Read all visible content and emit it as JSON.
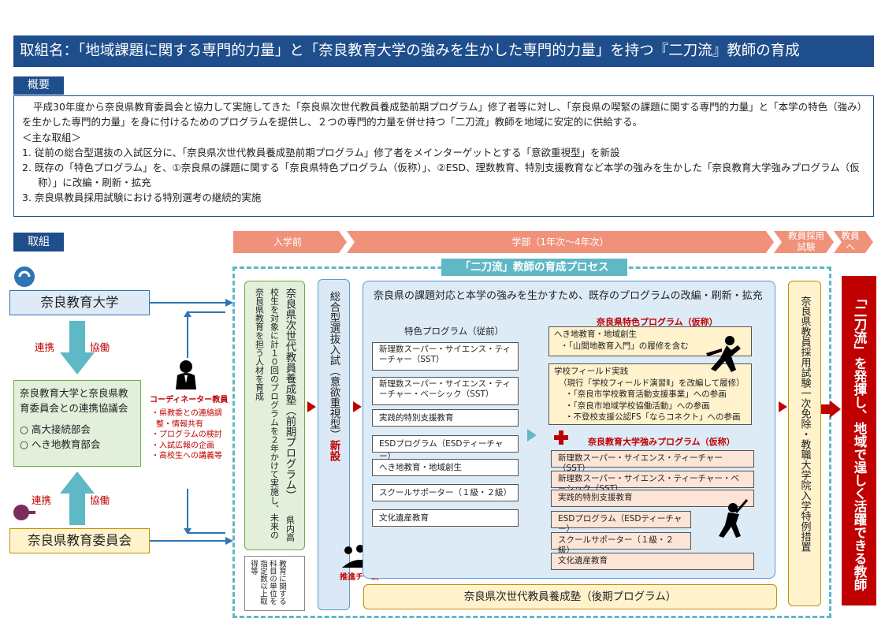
{
  "title": "取組名：「地域課題に関する専門的力量」と「奈良教育大学の強みを生かした専門的力量」を持つ『二刀流』教師の育成",
  "overview": {
    "label": "概要",
    "paragraph": "平成30年度から奈良県教育委員会と協力して実施してきた「奈良県次世代教員養成塾前期プログラム」修了者等に対し、「奈良県の喫緊の課題に関する専門的力量」と「本学の特色（強み）を生かした専門的力量」を身に付けるためのプログラムを提供し、２つの専門的力量を併せ持つ「二刀流」教師を地域に安定的に供給する。",
    "main_heading": "＜主な取組＞",
    "items": [
      "1. 従前の総合型選抜の入試区分に、「奈良県次世代教員養成塾前期プログラム」修了者をメインターゲットとする「意欲重視型」を新設",
      "2. 既存の「特色プログラム」を、①奈良県の課題に関する「奈良県特色プログラム（仮称）」、②ESD、理数教育、特別支援教育など本学の強みを生かした「奈良教育大学強みプログラム（仮称）」に改編・刷新・拡充",
      "3. 奈良県教員採用試験における特別選考の継続的実施"
    ]
  },
  "torikumi_label": "取組",
  "timeline": {
    "pre": "入学前",
    "faculty": "学部（1年次～4年次）",
    "exam": "教員採用試験",
    "teacher": "教員へ"
  },
  "left": {
    "university": "奈良教育大学",
    "board": "奈良県教育委員会",
    "renkei": "連携",
    "kyodo": "協働",
    "council_title": "奈良教育大学と奈良県教育委員会との連携協議会",
    "council_items": [
      "○ 高大接続部会",
      "○ へき地教育部会"
    ],
    "coordinator_title": "コーディネーター教員",
    "coordinator_items": [
      "・県教委との連絡調整・情報共有",
      "・プログラムの検討",
      "・入試広報の企画",
      "・高校生への講義等"
    ]
  },
  "process_title": "「二刀流」教師の育成プロセス",
  "juku_zenki": {
    "title": "奈良県次世代教員養成塾（前期プログラム）",
    "body": "県内高校生を対象に計１０回のプログラムを２年かけて実施し、未来の奈良県教育を担う人材を育成"
  },
  "credit_note": "教育に関する科目の単位を指定数以上取得等",
  "sogo": {
    "title": "総合型選抜入試（意欲重視型）",
    "new": "新設",
    "team": "推進チーム"
  },
  "reform_title": "奈良県の課題対応と本学の強みを生かすため、既存のプログラムの改編・刷新・拡充",
  "tokushoku": {
    "heading": "特色プログラム（従前）",
    "items": [
      "新理数スーパー・サイエンス・ティーチャー（SST）",
      "新理数スーパー・サイエンス・ティーチャー・ベーシック（SST）",
      "実践的特別支援教育",
      "ESDプログラム（ESDティーチャー）",
      "へき地教育・地域創生",
      "スクールサポーター（１級・２級）",
      "文化遺産教育"
    ]
  },
  "nara_program": {
    "heading": "奈良県特色プログラム（仮称）",
    "box1": [
      "へき地教育・地域創生",
      "・「山間地教育入門」の履修を含む"
    ],
    "box2": [
      "学校フィールド実践",
      "（現行「学校フィールド演習Ⅱ」を改編して履修）",
      "・「奈良市学校教育活動支援事業」への参画",
      "・「奈良市地域学校協働活動」への参画",
      "・不登校支援公認FS「ならコネクト」への参画"
    ]
  },
  "strength_program": {
    "heading": "奈良教育大学強みプログラム（仮称）",
    "items": [
      "新理数スーパー・サイエンス・ティーチャー（SST）",
      "新理数スーパー・サイエンス・ティーチャー・ベーシック（SST）",
      "実践的特別支援教育",
      "ESDプログラム（ESDティーチャー）",
      "スクールサポーター（１級・２級）",
      "文化遺産教育"
    ]
  },
  "juku_koki": "奈良県次世代教員養成塾（後期プログラム）",
  "saiyo": "奈良県教員採用試験一次免除・教職大学院入学特例措置",
  "final": "「二刀流」を発揮し、地域で逞しく活躍できる教師",
  "colors": {
    "navy": "#1f4e8c",
    "accent": "#c00000",
    "teal": "#5fb8c6",
    "salmon": "#f0917a",
    "green": "#e2efda",
    "yellow": "#fff2cc"
  }
}
